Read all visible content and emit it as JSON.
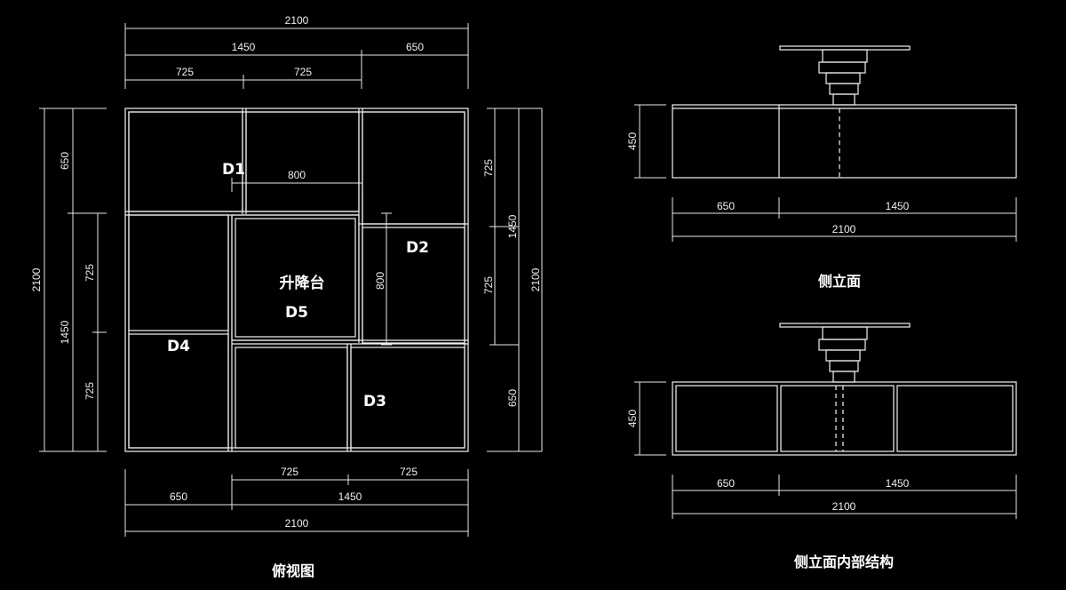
{
  "views": {
    "top_view_title": "俯视图",
    "side_elevation_title": "侧立面",
    "side_internal_title": "侧立面内部结构"
  },
  "modules": {
    "d1": "D1",
    "d2": "D2",
    "d3": "D3",
    "d4": "D4",
    "d5": "D5",
    "lift_platform": "升降台"
  },
  "top_view_dims": {
    "top_total": "2100",
    "top_1450": "1450",
    "top_650": "650",
    "top_725_a": "725",
    "top_725_b": "725",
    "left_total": "2100",
    "left_650": "650",
    "left_1450": "1450",
    "left_725_a": "725",
    "left_725_b": "725",
    "right_725_a": "725",
    "right_725_b": "725",
    "right_1450": "1450",
    "right_650": "650",
    "right_total": "2100",
    "bottom_725_a": "725",
    "bottom_725_b": "725",
    "bottom_650": "650",
    "bottom_1450": "1450",
    "bottom_total": "2100",
    "inner_800_h": "800",
    "inner_800_v": "800"
  },
  "side_elevation_dims": {
    "height": "450",
    "w_650": "650",
    "w_1450": "1450",
    "total": "2100"
  },
  "side_internal_dims": {
    "height": "450",
    "w_650": "650",
    "w_1450": "1450",
    "total": "2100"
  }
}
